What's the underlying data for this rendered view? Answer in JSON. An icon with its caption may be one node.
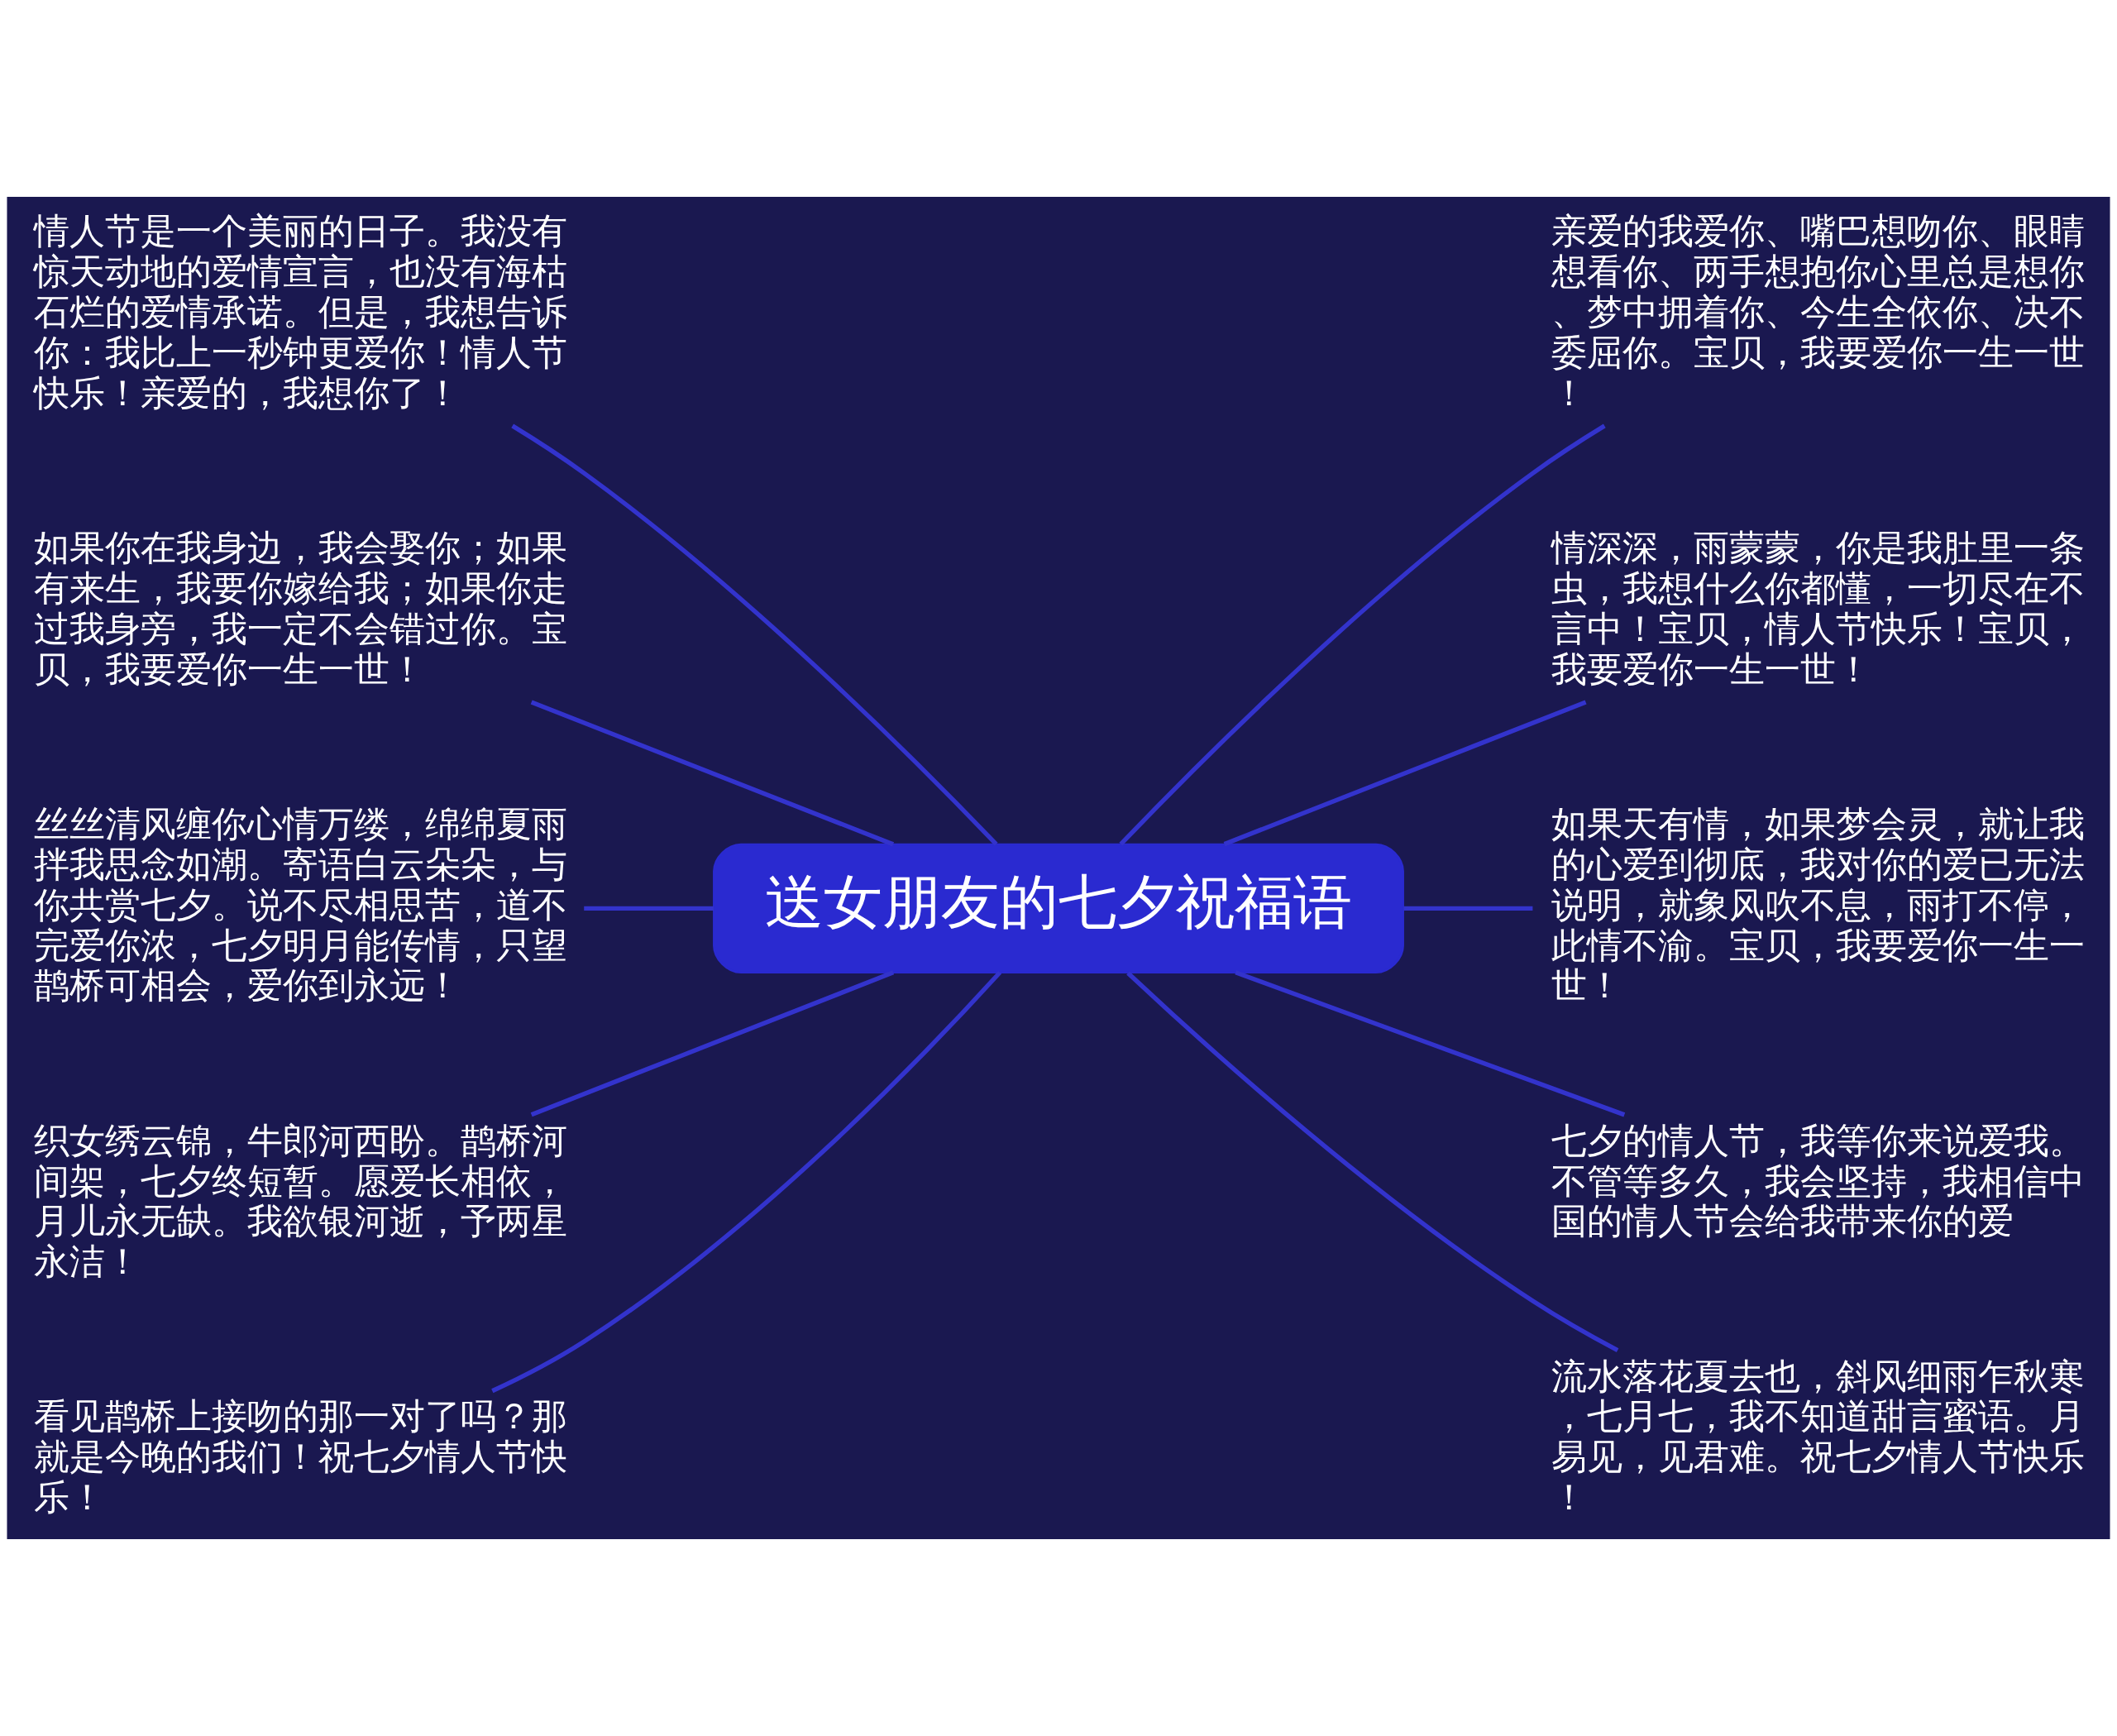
{
  "diagram": {
    "nodes": [
      {
        "text": [
          "送女朋友的七夕祝福语"
        ]
      },
      {
        "text": [
          "情人节是一个美丽的日子。我没有惊天动地的爱情宣言，也没有海枯石烂的爱情承诺。但是，我想告诉你：我比上一秒钟更爱你！情人节快乐！亲爱的，我想你了！"
        ]
      },
      {
        "text": [
          "如果你在我身边，我会娶你；如果有来生，我要你嫁给我；如果你走过我身旁，我一定不会错过你。宝贝，我要爱你一生一世！"
        ]
      },
      {
        "text": [
          "丝丝清风缠你心情万缕，绵绵夏雨拌我思念如潮。寄语白云朵朵，与你共赏七夕。说不尽相思苦，道不完爱你浓，七夕明月能传情，只望鹊桥可相会，爱你到永远！"
        ]
      },
      {
        "text": [
          "织女绣云锦，牛郎河西盼。鹊桥河间架，七夕终短暂。愿爱长相依，月儿永无缺。我欲银河逝，予两星永洁！"
        ]
      },
      {
        "text": [
          "看见鹊桥上接吻的那一对了吗？那就是今晚的我们！祝七夕情人节快乐！"
        ]
      },
      {
        "text": [
          "亲爱的我爱你、嘴巴想吻你、眼睛想看你、两手想抱你心里总是想你、梦中拥着你、今生全依你、决不委屈你。宝贝，我要爱你一生一世！"
        ]
      },
      {
        "text": [
          "情深深，雨蒙蒙，你是我肚里一条虫，我想什么你都懂，一切尽在不言中！宝贝，情人节快乐！宝贝，我要爱你一生一世！"
        ]
      },
      {
        "text": [
          "如果天有情，如果梦会灵，就让我的心爱到彻底，我对你的爱已无法说明，就象风吹不息，雨打不停，此情不渝。宝贝，我要爱你一生一世！"
        ]
      },
      {
        "text": [
          "七夕的情人节，我等你来说爱我。不管等多久，我会坚持，我相信中国的情人节会给我带来你的爱"
        ]
      },
      {
        "text": [
          "流水落花夏去也，斜风细雨乍秋寒，七月七，我不知道甜言蜜语。月易见，见君难。祝七夕情人节快乐！"
        ]
      }
    ],
    "edges": [
      {
        "from": 0,
        "to": 1,
        "arrow": "none"
      },
      {
        "from": 0,
        "to": 2,
        "arrow": "none"
      },
      {
        "from": 0,
        "to": 3,
        "arrow": "none"
      },
      {
        "from": 0,
        "to": 4,
        "arrow": "none"
      },
      {
        "from": 0,
        "to": 5,
        "arrow": "none"
      },
      {
        "from": 0,
        "to": 6,
        "arrow": "none"
      },
      {
        "from": 0,
        "to": 7,
        "arrow": "none"
      },
      {
        "from": 0,
        "to": 8,
        "arrow": "none"
      },
      {
        "from": 0,
        "to": 9,
        "arrow": "none"
      },
      {
        "from": 0,
        "to": 10,
        "arrow": "none"
      }
    ]
  }
}
